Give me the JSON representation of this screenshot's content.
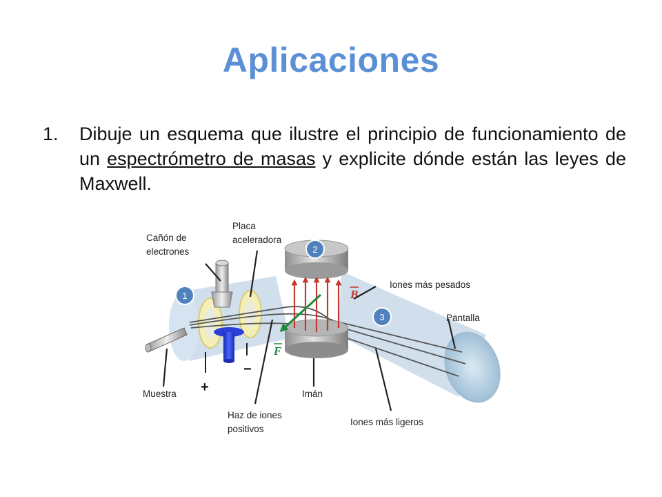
{
  "slide": {
    "title": "Aplicaciones",
    "question": {
      "number": "1.",
      "text_before": "Dibuje un esquema que ilustre el principio de funcionamiento de un ",
      "underlined": "espectrómetro de masas",
      "text_after": " y explicite dónde están las leyes de Maxwell."
    }
  },
  "diagram": {
    "labels": {
      "electron_gun_line1": "Cañón de",
      "electron_gun_line2": "electrones",
      "plate_line1": "Placa",
      "plate_line2": "aceleradora",
      "heavy_ions": "Iones más pesados",
      "screen": "Pantalla",
      "sample": "Muestra",
      "magnet": "Imán",
      "beam_line1": "Haz de iones",
      "beam_line2": "positivos",
      "light_ions": "Iones más ligeros",
      "plus": "+",
      "minus": "−",
      "field_b": "B",
      "force_f": "F"
    },
    "badges": [
      "1",
      "2",
      "3"
    ],
    "colors": {
      "tube": "#c9d9ea",
      "magnet": "#a9a9a9",
      "field_arrows": "#c0392b",
      "force_arrow": "#1e8a3c",
      "badge": "#4f81bd",
      "gun_blue": "#2b3fd8"
    }
  }
}
